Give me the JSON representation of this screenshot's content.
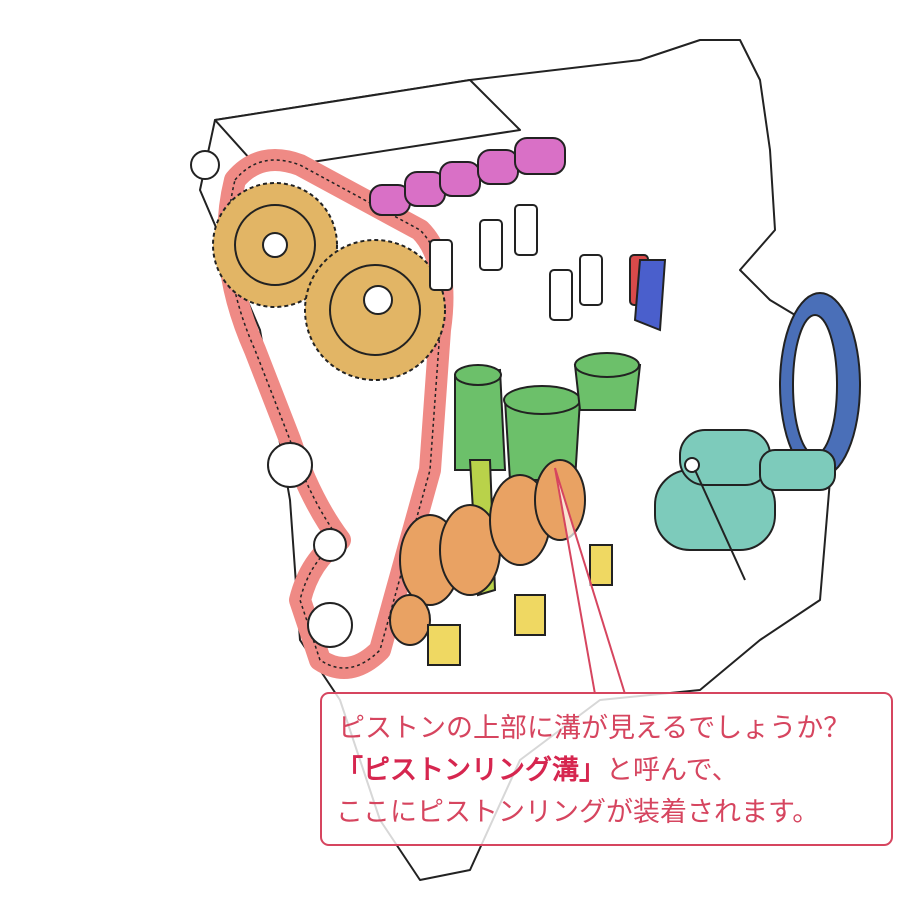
{
  "callout": {
    "line1": "ピストンの上部に溝が見えるでしょうか？",
    "line2_bold": "「ピストンリング溝」",
    "line2_rest": "と呼んで、",
    "line3": "ここにピストンリングが装着されます。"
  },
  "colors": {
    "accent": "#d6455f",
    "belt": "#ef8a85",
    "gear": "#e2b565",
    "camshaft": "#d970c6",
    "piston": "#6cc06a",
    "crankshaft": "#e9a263",
    "starter": "#7dcbbb",
    "flywheel": "#4a6fb8",
    "bearing_cap": "#efd862",
    "conrod": "#b9d24a"
  }
}
